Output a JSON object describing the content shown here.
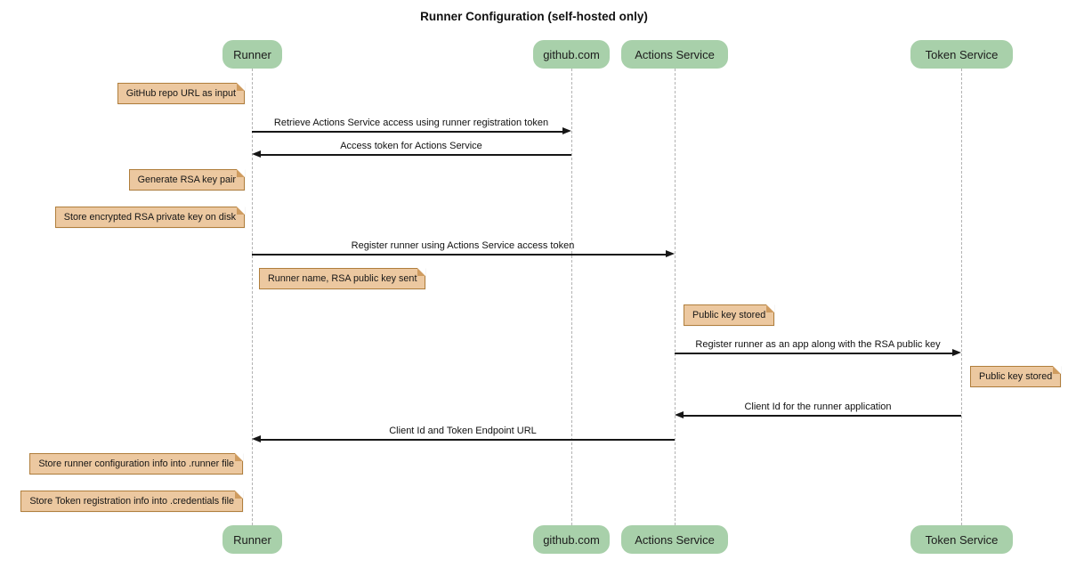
{
  "title": "Runner Configuration (self-hosted only)",
  "diagram_type": "sequence",
  "participants": [
    {
      "label": "Runner"
    },
    {
      "label": "github.com"
    },
    {
      "label": "Actions Service"
    },
    {
      "label": "Token Service"
    }
  ],
  "messages": [
    {
      "from": "Runner",
      "to": "github.com",
      "label": "Retrieve Actions Service access using runner registration token"
    },
    {
      "from": "github.com",
      "to": "Runner",
      "label": "Access token for Actions Service"
    },
    {
      "from": "Runner",
      "to": "Actions Service",
      "label": "Register runner using Actions Service access token"
    },
    {
      "from": "Actions Service",
      "to": "Token Service",
      "label": "Register runner as an app along with the RSA public key"
    },
    {
      "from": "Token Service",
      "to": "Actions Service",
      "label": "Client Id for the runner application"
    },
    {
      "from": "Actions Service",
      "to": "Runner",
      "label": "Client Id and Token Endpoint URL"
    }
  ],
  "notes": [
    {
      "text": "GitHub repo URL as input",
      "position": "left of Runner"
    },
    {
      "text": "Generate RSA key pair",
      "position": "left of Runner"
    },
    {
      "text": "Store encrypted RSA private key on disk",
      "position": "left of Runner"
    },
    {
      "text": "Runner name, RSA public key sent",
      "position": "right of Runner"
    },
    {
      "text": "Public key stored",
      "position": "right of Actions Service"
    },
    {
      "text": "Public key stored",
      "position": "right of Token Service"
    },
    {
      "text": "Store runner configuration info into .runner file",
      "position": "left of Runner"
    },
    {
      "text": "Store Token registration info into .credentials file",
      "position": "left of Runner"
    }
  ],
  "colors": {
    "participant_fill": "#a8d0aa",
    "note_fill": "#ecc8a0",
    "note_border": "#b07e3c",
    "lifeline": "#b3b3b3",
    "arrow": "#161616",
    "background": "#ffffff"
  }
}
